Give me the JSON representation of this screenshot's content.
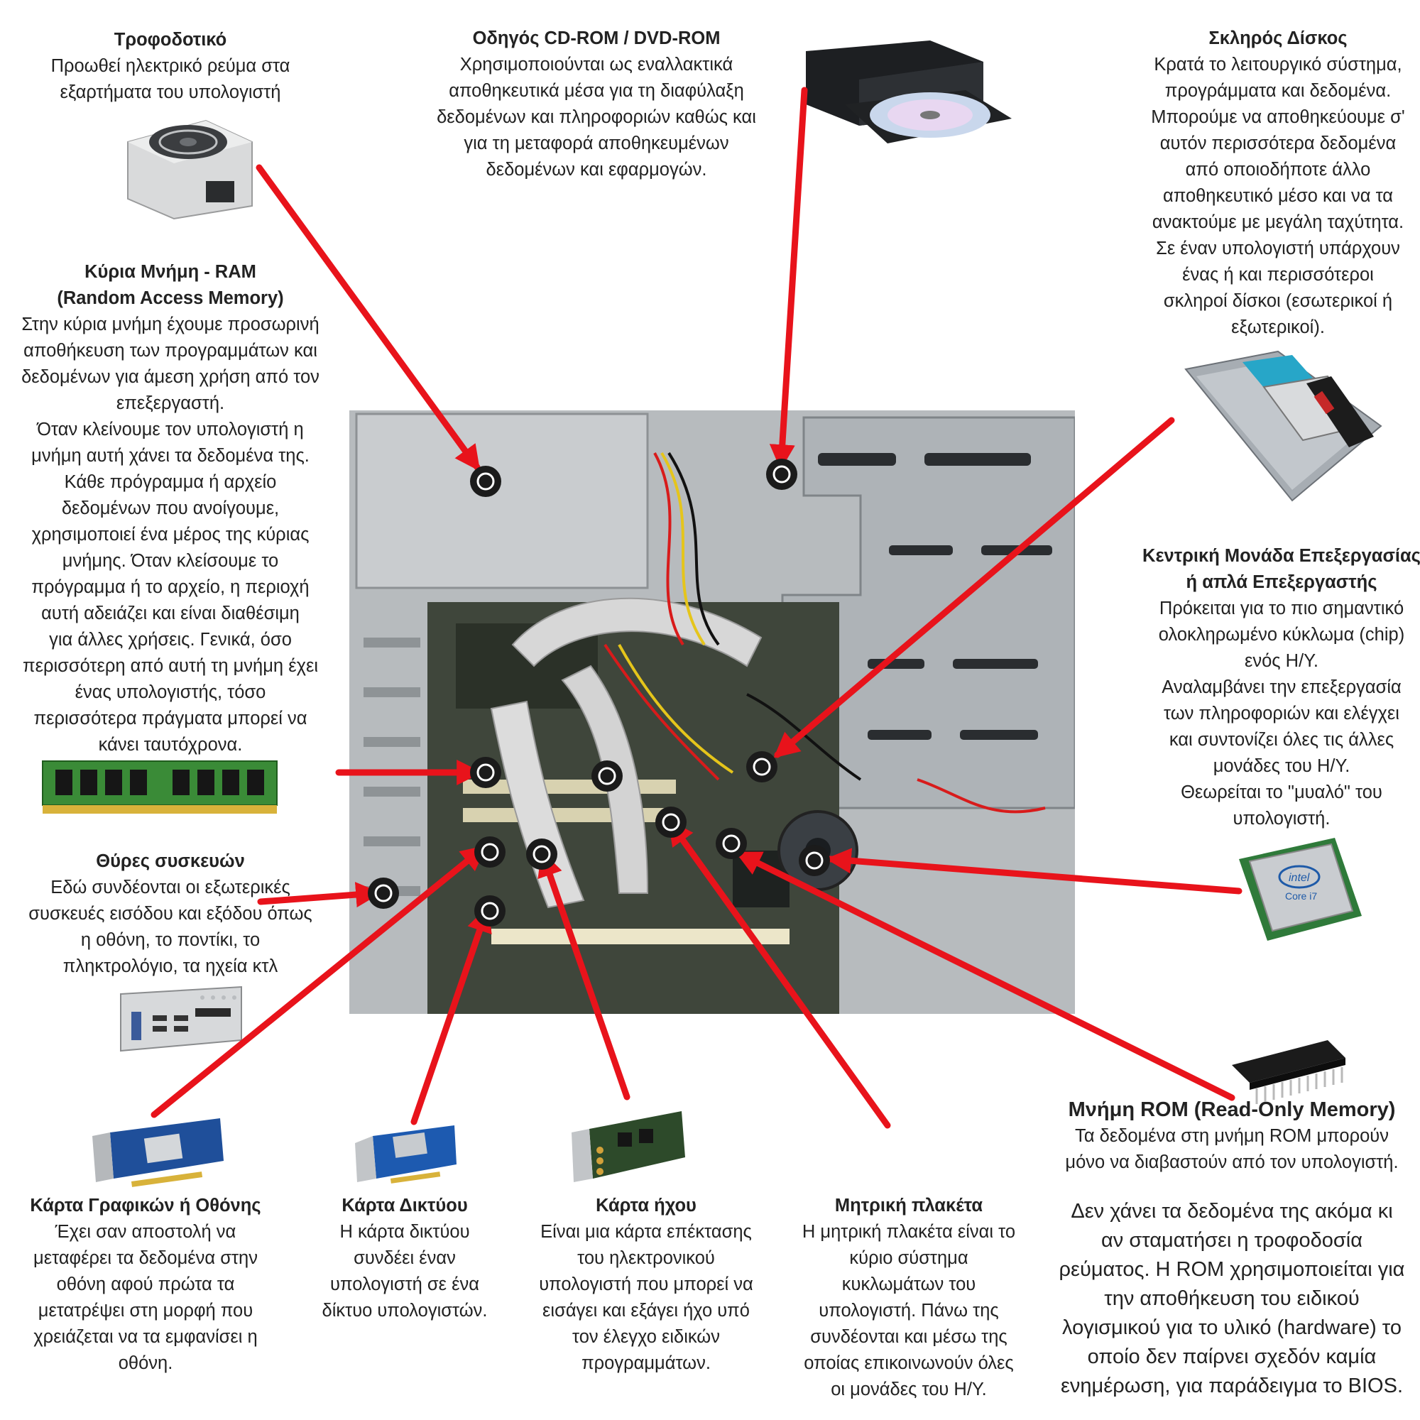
{
  "colors": {
    "arrow": "#e8131b",
    "marker": "#1b1b1b",
    "text": "#222222"
  },
  "components": [
    {
      "id": "psu",
      "title": "Τροφοδοτικό",
      "desc": "Προωθεί ηλεκτρικό ρεύμα στα\nεξαρτήματα του υπολογιστή"
    },
    {
      "id": "cdrom",
      "title": "Οδηγός CD-ROM / DVD-ROM",
      "desc": "Χρησιμοποιούνται ως εναλλακτικά\nαποθηκευτικά μέσα για τη διαφύλαξη\nδεδομένων και πληροφοριών καθώς και\nγια τη μεταφορά αποθηκευμένων\nδεδομένων και εφαρμογών."
    },
    {
      "id": "hdd",
      "title": "Σκληρός Δίσκος",
      "desc": "Κρατά το λειτουργικό σύστημα,\nπρογράμματα και δεδομένα.\nΜπορούμε να αποθηκεύουμε σ'\nαυτόν περισσότερα δεδομένα\nαπό οποιοδήποτε άλλο\nαποθηκευτικό μέσο και να τα\nανακτούμε με μεγάλη ταχύτητα.\nΣε έναν υπολογιστή υπάρχουν\nένας ή και περισσότεροι\nσκληροί δίσκοι (εσωτερικοί ή\nεξωτερικοί)."
    },
    {
      "id": "ram",
      "title": "Κύρια Μνήμη - RAM\n(Random Access Memory)",
      "desc": "Στην κύρια μνήμη έχουμε προσωρινή\nαποθήκευση των προγραμμάτων και\nδεδομένων για άμεση χρήση από τον\nεπεξεργαστή.\nΌταν κλείνουμε τον υπολογιστή η\nμνήμη αυτή χάνει τα δεδομένα της.\nΚάθε πρόγραμμα ή αρχείο\nδεδομένων που ανοίγουμε,\nχρησιμοποιεί ένα μέρος της κύριας\nμνήμης. Όταν κλείσουμε το\nπρόγραμμα ή το αρχείο, η περιοχή\nαυτή αδειάζει και είναι διαθέσιμη\nγια άλλες χρήσεις. Γενικά, όσο\nπερισσότερη από αυτή τη μνήμη έχει\nένας υπολογιστής, τόσο\nπερισσότερα πράγματα μπορεί να\nκάνει ταυτόχρονα."
    },
    {
      "id": "cpu",
      "title": "Κεντρική Μονάδα Επεξεργασίας\nή απλά Επεξεργαστής",
      "desc": "Πρόκειται για το πιο σημαντικό\nολοκληρωμένο κύκλωμα (chip)\nενός Η/Υ.\nΑναλαμβάνει την επεξεργασία\nτων πληροφοριών και ελέγχει\nκαι συντονίζει όλες τις άλλες\nμονάδες του Η/Υ.\nΘεωρείται το \"μυαλό\" του\nυπολογιστή."
    },
    {
      "id": "ports",
      "title": "Θύρες συσκευών",
      "desc": "Εδώ συνδέονται οι εξωτερικές\nσυσκευές εισόδου και εξόδου όπως\nη οθόνη, το ποντίκι, το\nπληκτρολόγιο, τα ηχεία κτλ"
    },
    {
      "id": "rom",
      "title": "Μνήμη ROM (Read-Only Memory)",
      "desc": "Τα δεδομένα στη μνήμη ROM μπορούν\nμόνο να διαβαστούν από τον υπολογιστή.",
      "extra": "Δεν χάνει τα δεδομένα της ακόμα κι\nαν σταματήσει η τροφοδοσία\nρεύματος. Η ROM χρησιμοποιείται για\nτην αποθήκευση του ειδικού\nλογισμικού για το υλικό (hardware) το\nοποίο δεν παίρνει σχεδόν καμία\nενημέρωση, για παράδειγμα το BIOS."
    },
    {
      "id": "gpu",
      "title": "Κάρτα Γραφικών ή Οθόνης",
      "desc": "Έχει σαν  αποστολή να\nμεταφέρει τα δεδομένα στην\nοθόνη αφού πρώτα τα\nμετατρέψει στη μορφή που\nχρειάζεται να τα εμφανίσει η\nοθόνη."
    },
    {
      "id": "nic",
      "title": "Κάρτα Δικτύου",
      "desc": "Η κάρτα δικτύου\nσυνδέει έναν\nυπολογιστή σε ένα\nδίκτυο υπολογιστών."
    },
    {
      "id": "sound",
      "title": "Κάρτα ήχου",
      "desc": "Είναι μια κάρτα επέκτασης\nτου ηλεκτρονικού\nυπολογιστή που μπορεί να\nεισάγει και εξάγει ήχο υπό\nτον έλεγχο ειδικών\nπρογραμμάτων."
    },
    {
      "id": "mobo",
      "title": "Μητρική πλακέτα",
      "desc": "Η μητρική πλακέτα είναι το\nκύριο σύστημα\nκυκλωμάτων του\nυπολογιστή.  Πάνω της\nσυνδέονται και μέσω της\nοποίας επικοινωνούν όλες\nοι μονάδες του Η/Υ."
    }
  ],
  "pictures": {
    "cpu_brand": "intel",
    "cpu_model": "Core i7"
  }
}
